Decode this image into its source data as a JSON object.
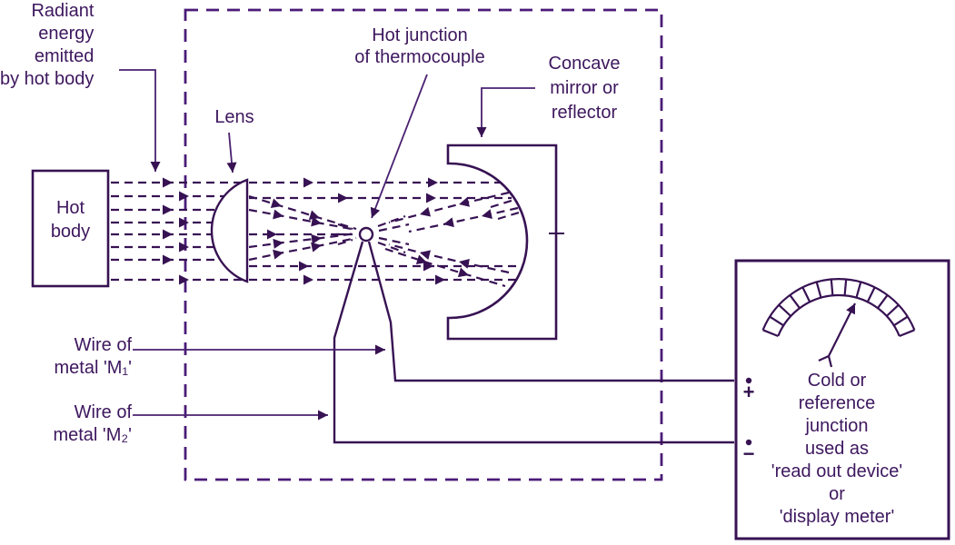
{
  "diagram": {
    "name": "Radiation pyrometer / thermocouple schematic",
    "colors": {
      "ink": "#371253",
      "enclosure_dash": "#4b1b78",
      "background": "#ffffff"
    },
    "labels": {
      "radiant_energy": "Radiant\nenergy\nemitted\nby hot body",
      "hot_body": "Hot\nbody",
      "lens": "Lens",
      "hot_junction": "Hot junction\nof thermocouple",
      "concave_mirror": "Concave\nmirror or\nreflector",
      "wire_m1": "Wire of\nmetal 'M₁'",
      "wire_m2": "Wire of\nmetal 'M₂'",
      "meter_text": "Cold or\nreference\njunction\nused as\n'read out device'\nor\n'display meter'",
      "terminal_plus": "+",
      "terminal_minus": "−"
    }
  }
}
